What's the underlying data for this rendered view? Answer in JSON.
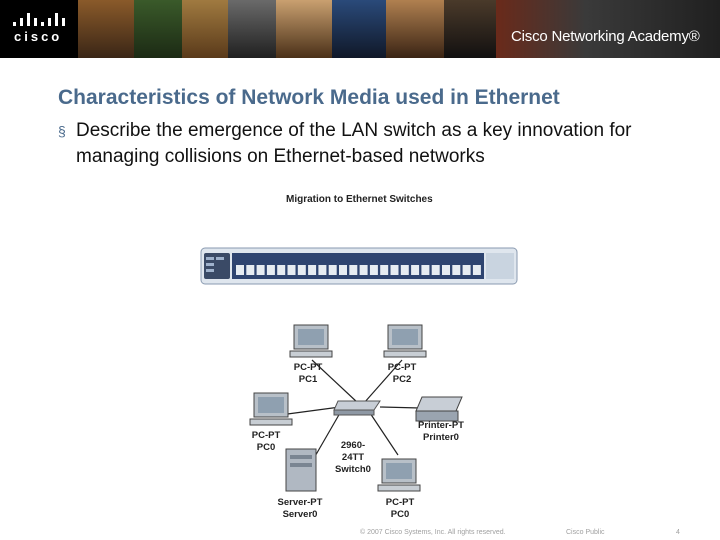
{
  "banner": {
    "brand": "cisco",
    "academy": "Cisco Networking Academy®"
  },
  "slide": {
    "title": "Characteristics of Network Media used in Ethernet",
    "bullet_mark": "§",
    "bullet": "Describe the emergence of the LAN switch as a key innovation for managing collisions on Ethernet-based networks"
  },
  "figure": {
    "title": "Migration to Ethernet Switches",
    "nodes": {
      "pc1": {
        "type": "PC-PT",
        "name": "PC1"
      },
      "pc2": {
        "type": "PC-PT",
        "name": "PC2"
      },
      "pc0": {
        "type": "PC-PT",
        "name": "PC0"
      },
      "printer": {
        "type": "Printer-PT",
        "name": "Printer0"
      },
      "switch": {
        "type": "2960-\n24TT",
        "name": "Switch0"
      },
      "server": {
        "type": "Server-PT",
        "name": "Server0"
      },
      "pc0b": {
        "type": "PC-PT",
        "name": "PC0"
      }
    }
  },
  "footer": {
    "copyright": "© 2007 Cisco Systems, Inc. All rights reserved.",
    "classification": "Cisco Public",
    "page": "4"
  },
  "colors": {
    "title": "#4a6a8c",
    "banner": "#1a1a1a"
  }
}
